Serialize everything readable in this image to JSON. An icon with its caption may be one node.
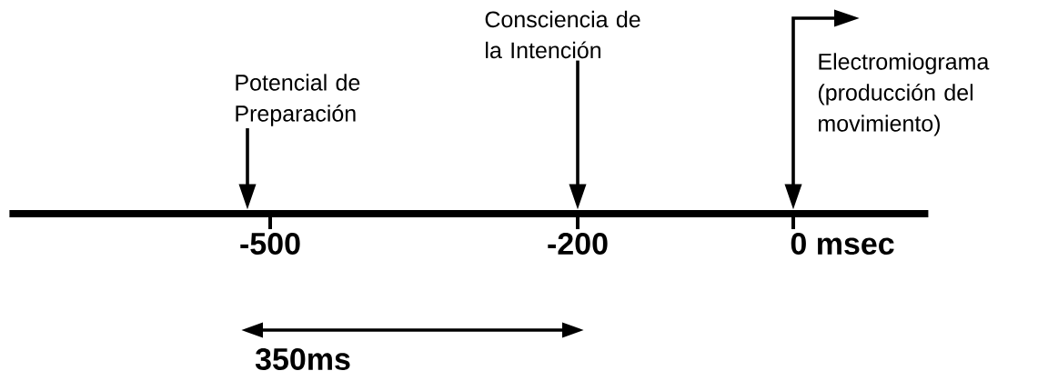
{
  "diagram": {
    "nodes": [
      {
        "text": [
          "Potencial de Preparación"
        ]
      },
      {
        "text": [
          "Consciencia de la Intención"
        ]
      },
      {
        "text": [
          "Electromiograma (producción del movimiento)"
        ]
      },
      {
        "text": [],
        "shape": "bar"
      }
    ],
    "edges": [
      {
        "from": 0,
        "to": 3,
        "arrow": "to"
      },
      {
        "from": 1,
        "to": 3,
        "arrow": "to"
      },
      {
        "from": 2,
        "to": 3,
        "arrow": "both"
      }
    ],
    "labels": [
      "-500",
      "-200",
      "0 msec",
      "350ms"
    ]
  }
}
